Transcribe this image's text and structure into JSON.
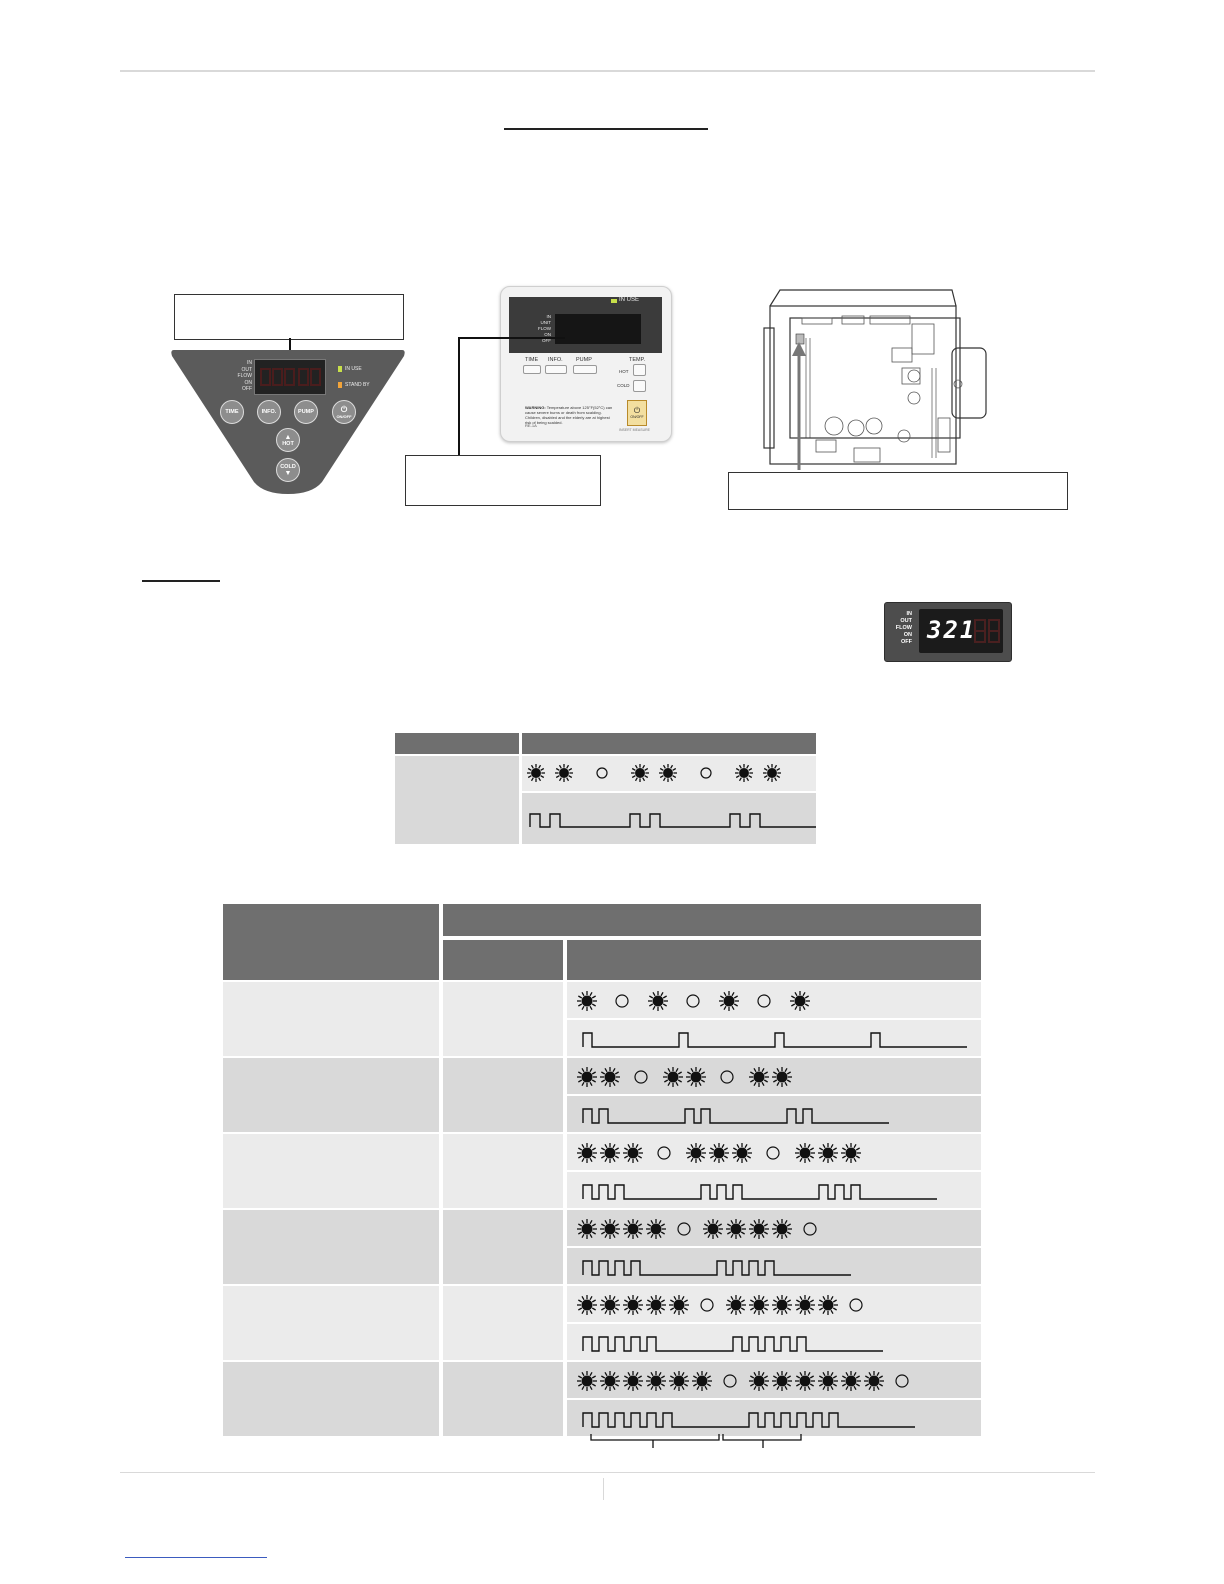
{
  "panel": {
    "indicators": [
      "IN",
      "OUT",
      "FLOW",
      "ON",
      "OFF"
    ],
    "status": [
      "IN USE",
      "STAND BY"
    ],
    "buttons": [
      "TIME",
      "INFO.",
      "PUMP",
      "ON/OFF",
      "HOT",
      "COLD"
    ]
  },
  "remote": {
    "in_use": "IN USE",
    "indicators": [
      "IN",
      "UNIT",
      "FLOW",
      "ON",
      "OFF"
    ],
    "buttons": [
      "TIME",
      "INFO.",
      "PUMP",
      "TEMP."
    ],
    "temp_labels": [
      "HOT",
      "COLD"
    ],
    "warning_bold": "WARNING:",
    "warning_text": "Temperature above 125°F(52°C) can cause severe burns or death from scalding. Children, disabled and the elderly are at highest risk of being scalded.",
    "onoff": "ON/OFF",
    "model": "RE-1A",
    "bottom_text": "INSERT MEASURE"
  },
  "display": {
    "indicators": [
      "IN",
      "OUT",
      "FLOW",
      "ON",
      "OFF"
    ],
    "code": "321"
  },
  "colors": {
    "header_gray": "#6f6f6f",
    "row_light": "#ebebeb",
    "row_mid": "#d9d9d9",
    "led_green": "#c8e04a",
    "led_orange": "#f2a43a"
  },
  "small_table": {
    "pattern": [
      2,
      2,
      2
    ]
  },
  "blink_table": {
    "rows": [
      {
        "group": 1,
        "repeats": 4
      },
      {
        "group": 2,
        "repeats": 3
      },
      {
        "group": 3,
        "repeats": 3
      },
      {
        "group": 4,
        "repeats": 2
      },
      {
        "group": 5,
        "repeats": 2
      },
      {
        "group": 6,
        "repeats": 2
      }
    ]
  }
}
